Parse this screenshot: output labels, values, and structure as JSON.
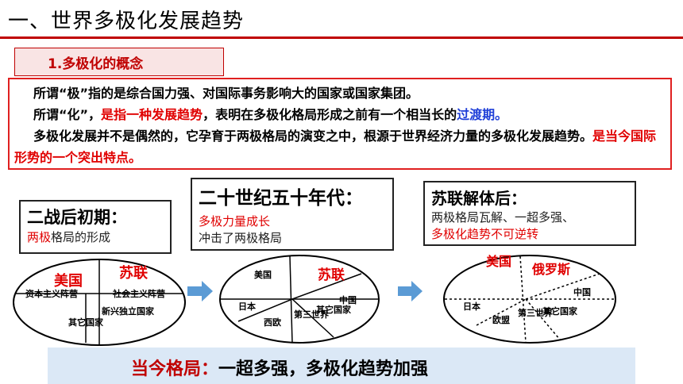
{
  "header": {
    "title": "一、世界多极化发展趋势"
  },
  "concept": {
    "heading": "1.多极化的概念",
    "p1": "所谓“极”指的是综合国力强、对国际事务影响大的国家或国家集团。",
    "p2_a": "所谓“化”，",
    "p2_b": "是指一种发展趋势",
    "p2_c": "，表明在多极化格局形成之前有一个相当长的",
    "p2_d": "过渡期。",
    "p3_a": "多极化发展并不是偶然的，它孕育于两极格局的演变之中，根源于世界经济力量的多极化发展趋势。",
    "p3_b": "是当今国际形势的一个突出特点。"
  },
  "stages": [
    {
      "heading": "二战后初期：",
      "line1_red": "两极",
      "line1_rest": "格局的形成"
    },
    {
      "heading": "二十世纪五十年代：",
      "line1": "多极力量成长",
      "line2": "冲击了两极格局"
    },
    {
      "heading": "苏联解体后：",
      "line1": "两极格局瓦解、一超多强、",
      "line2": "多极化趋势不可逆转"
    }
  ],
  "diagram1": {
    "big_left": "美国",
    "big_right": "苏联",
    "camp_left": "资本主义阵营",
    "camp_right": "社会主义阵营",
    "bottom_left": "其它国家",
    "bottom_mid": "新兴独立国家"
  },
  "diagram2": {
    "usa": "美国",
    "ussr": "苏联",
    "japan": "日本",
    "weu": "西欧",
    "china": "中国",
    "third": "第三世界",
    "others": "其它国家"
  },
  "diagram3": {
    "usa": "美国",
    "russia": "俄罗斯",
    "japan": "日本",
    "eu": "欧盟",
    "china": "中国",
    "third": "第三世界",
    "others": "其它国家"
  },
  "footer": {
    "label": "当今格局：",
    "text": "一超多强，多极化趋势加强"
  },
  "colors": {
    "accent_red": "#c00000",
    "highlight_red": "#e00000",
    "blue": "#1f3fd8",
    "band": "#dbe8f6",
    "arrow": "#5b9bd5"
  }
}
